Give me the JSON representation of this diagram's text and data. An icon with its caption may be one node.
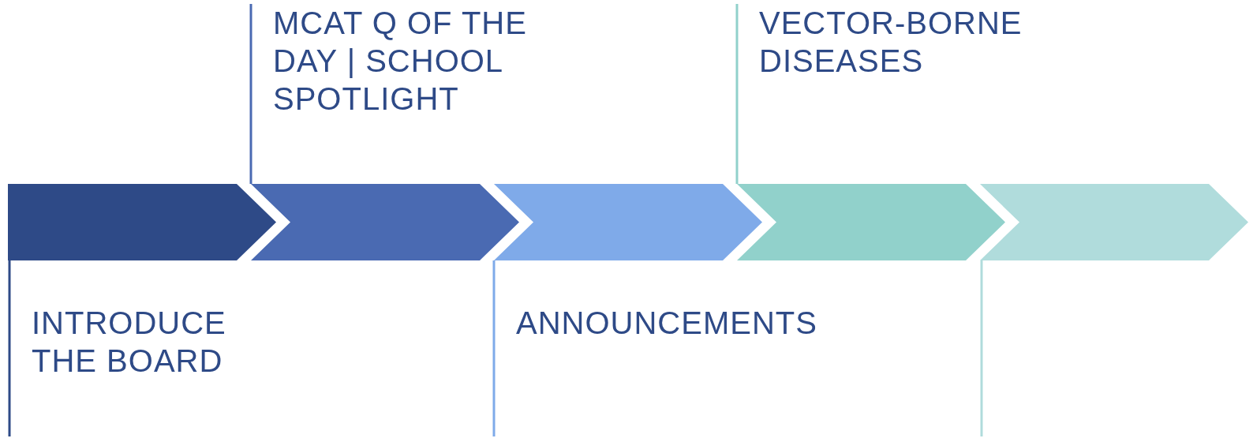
{
  "diagram": {
    "nodes": [
      {
        "text": [],
        "shape": "arrow"
      },
      {
        "text": [],
        "shape": "arrow"
      },
      {
        "text": [],
        "shape": "arrow"
      },
      {
        "text": [],
        "shape": "arrow"
      },
      {
        "text": [],
        "shape": "arrow"
      },
      {
        "text": [
          "INTRODUCE THE BOARD"
        ]
      },
      {
        "text": [
          "MCAT Q OF THE DAY | SCHOOL SPOTLIGHT"
        ]
      },
      {
        "text": [
          "ANNOUNCEMENTS"
        ]
      },
      {
        "text": [
          "VECTOR-BORNE DISEASES"
        ]
      }
    ],
    "edges": [
      {
        "from": 5,
        "to": 0,
        "arrow": "none",
        "color": "#2e4a87"
      },
      {
        "from": 6,
        "to": 1,
        "arrow": "none",
        "color": "#4a6ab2"
      },
      {
        "from": 7,
        "to": 2,
        "arrow": "none",
        "color": "#7faae9"
      },
      {
        "from": 8,
        "to": 3,
        "arrow": "none",
        "color": "#91d1cb"
      }
    ]
  }
}
